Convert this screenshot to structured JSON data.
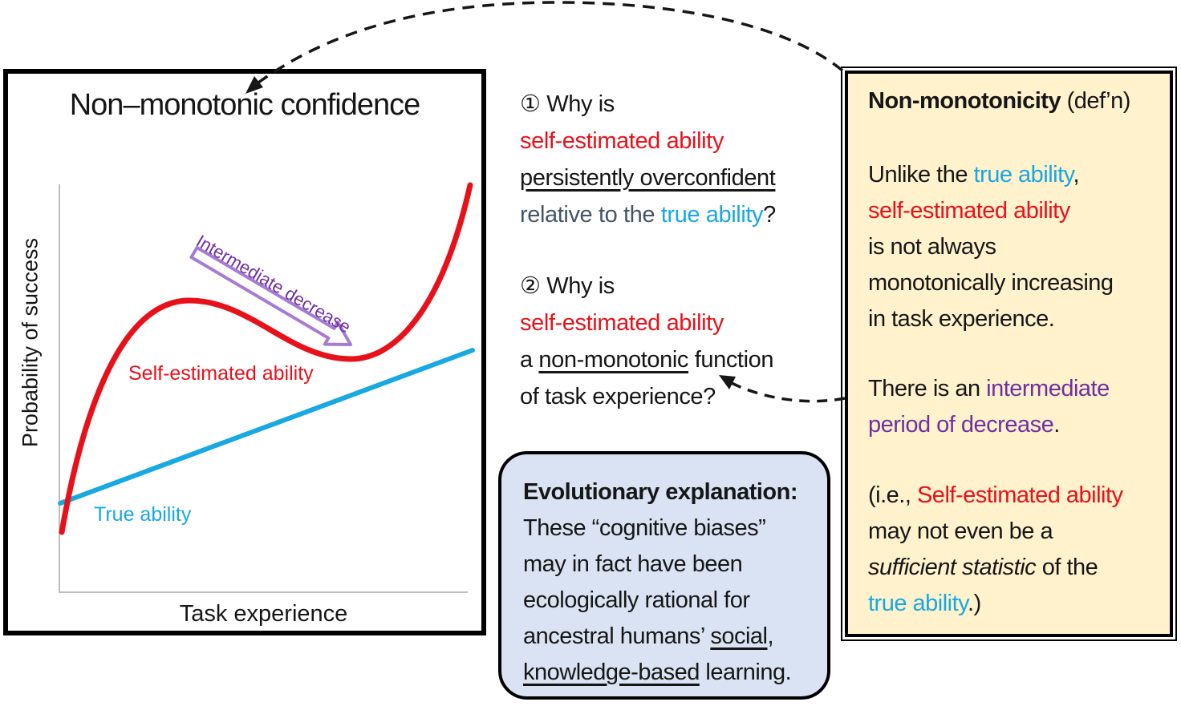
{
  "chart": {
    "title": "Non–monotonic confidence",
    "y_axis_label": "Probability of success",
    "x_axis_label": "Task experience",
    "red_series_label": "Self-estimated ability",
    "blue_series_label": "True ability",
    "arrow_label": "Intermediate decrease"
  },
  "questions": {
    "q1": {
      "num": "①",
      "lead": " Why is",
      "l2": "self-estimated ability",
      "l3": "persistently overconfident",
      "l4a": "relative to the ",
      "l4b": "true ability",
      "l4c": "?"
    },
    "q2": {
      "num": "②",
      "lead": " Why is",
      "l2": "self-estimated ability",
      "l3a": "a ",
      "l3b": "non-monotonic",
      "l3c": " function",
      "l4": "of task experience?"
    }
  },
  "evolution_box": {
    "title": "Evolutionary explanation:",
    "l2": "These “cognitive biases”",
    "l3": "may in fact have been",
    "l4": "ecologically rational for",
    "l5a": "ancestral humans’ ",
    "l5b": "social",
    "l5c": ",",
    "l6a": "knowledge-based",
    "l6b": " learning."
  },
  "definition_box": {
    "title_bold": "Non-monotonicity",
    "title_rest": " (def’n)",
    "p1a": "Unlike the ",
    "p1b": "true ability",
    "p1c": ",",
    "p1d": "self-estimated ability",
    "p1e": "is not always",
    "p1f": "monotonically increasing",
    "p1g": "in task experience.",
    "p2a": "There is an ",
    "p2b": "intermediate",
    "p2c": "period of decrease",
    "p2d": ".",
    "p3a": "(i.e., ",
    "p3b": "Self-estimated ability",
    "p3c": "may not even be a",
    "p3d": "sufficient statistic",
    "p3e": " of the",
    "p3f": "true ability",
    "p3g": ".)"
  },
  "colors": {
    "red": "#e8111a",
    "blue": "#18a8e2",
    "purple_text": "#7030a0",
    "purple_arrow": "#a57bd6",
    "slate": "#44546a",
    "yellow_bg": "#fff2cc",
    "blue_box_bg": "#dae3f3",
    "axis_gray": "#bfbfbf",
    "connector_black": "#161616"
  },
  "chart_data": {
    "type": "line",
    "title": "Non–monotonic confidence",
    "xlabel": "Task experience",
    "ylabel": "Probability of success",
    "axes_numeric": false,
    "grid": false,
    "xlim": [
      0,
      1
    ],
    "ylim": [
      0,
      1
    ],
    "series": [
      {
        "name": "Self-estimated ability",
        "color": "#e8111a",
        "shape": "non-monotonic (rise, local max, intermediate decrease, local min, steep rise)",
        "x": [
          0.01,
          0.08,
          0.18,
          0.32,
          0.5,
          0.71,
          0.85,
          1.0
        ],
        "y": [
          0.15,
          0.42,
          0.62,
          0.72,
          0.64,
          0.57,
          0.64,
          1.0
        ]
      },
      {
        "name": "True ability",
        "color": "#18a8e2",
        "shape": "monotonic linear increase",
        "x": [
          0.0,
          1.0
        ],
        "y": [
          0.22,
          0.59
        ]
      }
    ],
    "annotations": [
      {
        "text": "Intermediate decrease",
        "color": "#7030a0",
        "type": "hollow-block-arrow",
        "points_from": "local max",
        "points_to": "local min"
      }
    ]
  }
}
